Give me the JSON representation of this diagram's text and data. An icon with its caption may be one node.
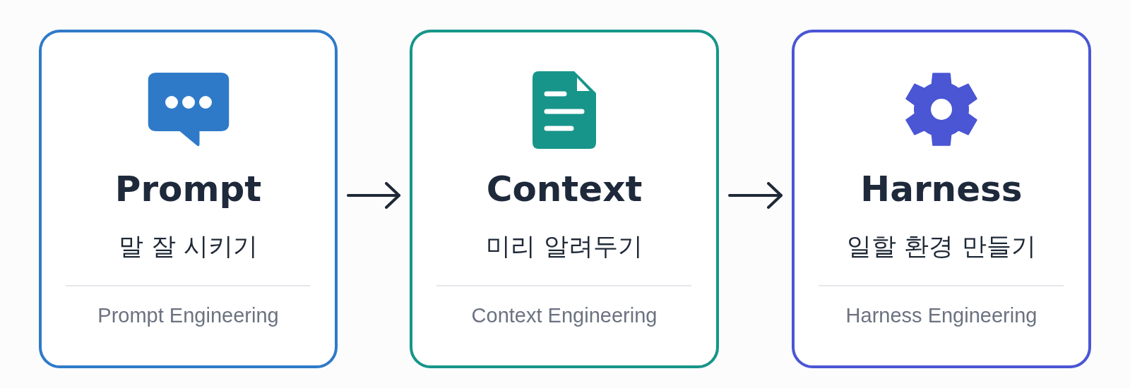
{
  "diagram": {
    "nodes": [
      {
        "text": [
          "Prompt",
          "말 잘 시키기",
          "Prompt Engineering"
        ]
      },
      {
        "text": [
          "Context",
          "미리 알려두기",
          "Context Engineering"
        ]
      },
      {
        "text": [
          "Harness",
          "일할 환경 만들기",
          "Harness Engineering"
        ]
      }
    ],
    "edges": [
      {
        "from": 0,
        "to": 1,
        "arrow": "to"
      },
      {
        "from": 1,
        "to": 2,
        "arrow": "to"
      }
    ]
  }
}
